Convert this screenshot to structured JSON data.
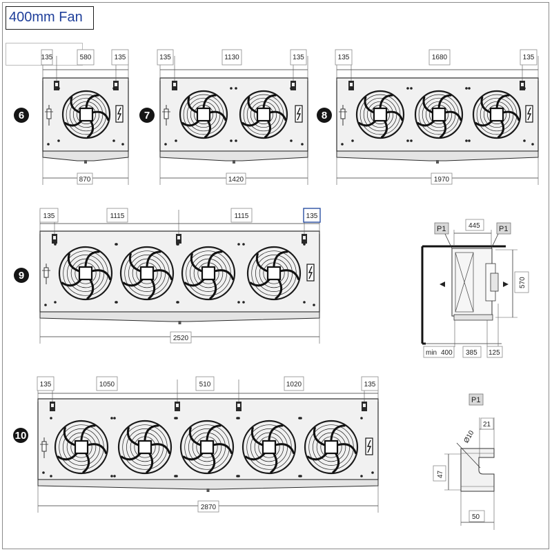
{
  "title": "400mm Fan",
  "models": [
    {
      "id": "6",
      "fans": 1,
      "top_dims": [
        "135",
        "580",
        "135"
      ],
      "bottom_dim": "870"
    },
    {
      "id": "7",
      "fans": 2,
      "top_dims": [
        "135",
        "1130",
        "135"
      ],
      "bottom_dim": "1420"
    },
    {
      "id": "8",
      "fans": 3,
      "top_dims": [
        "135",
        "1680",
        "135"
      ],
      "bottom_dim": "1970"
    },
    {
      "id": "9",
      "fans": 4,
      "top_dims": [
        "135",
        "1115",
        "1115",
        "135"
      ],
      "bottom_dim": "2520"
    },
    {
      "id": "10",
      "fans": 5,
      "top_dims": [
        "135",
        "1050",
        "510",
        "1020",
        "135"
      ],
      "bottom_dim": "2870"
    }
  ],
  "side_view": {
    "p1_left": "P1",
    "p1_right": "P1",
    "top_dim": "445",
    "height_dim": "570",
    "bottom_min_label": "min",
    "bottom_dims": [
      "400",
      "385",
      "125"
    ]
  },
  "p1_detail": {
    "label": "P1",
    "diameter": "Ø10",
    "width_dim": "21",
    "height_dim": "47",
    "bottom_dim": "50"
  },
  "colors": {
    "title_text": "#1f3f9a",
    "highlight_box": "#2b4fa3",
    "unit_fill": "#f1f1f1",
    "line": "#2a2a2a"
  }
}
